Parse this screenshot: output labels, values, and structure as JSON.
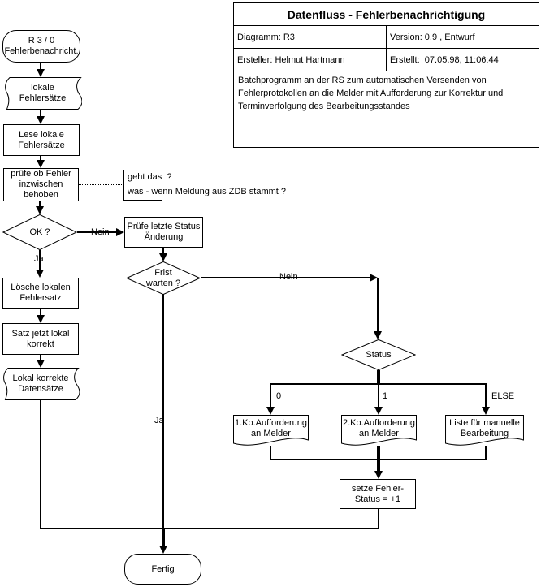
{
  "colors": {
    "background": "#ffffff",
    "line": "#000000",
    "text": "#000000"
  },
  "title_block": {
    "title": "Datenfluss - Fehlerbenachrichtigung",
    "diagram_label": "Diagramm: R3",
    "version_label": "Version: 0.9 , Entwurf",
    "creator_label": "Ersteller: Helmut Hartmann",
    "created_label": "Erstellt:  07.05.98, 11:06:44",
    "description": "Batchprogramm an der RS zum automatischen Versenden von Fehlerprotokollen an die Melder mit Aufforderung zur Korrektur und Terminverfolgung des Bearbeitungsstandes"
  },
  "nodes": {
    "start": "R 3 / 0\nFehlerbenachricht.",
    "local_error_records": "lokale\nFehlersätze",
    "read_local": "Lese lokale\nFehlersätze",
    "check_fixed": "prüfe ob Fehler\ninzwischen\nbehoben",
    "ok_decision": "OK ?",
    "check_last_status": "Prüfe letzte Status\nÄnderung",
    "delete_local": "Lösche lokalen\nFehlersatz",
    "record_correct": "Satz jetzt lokal\nkorrekt",
    "local_correct_records": "Lokal korrekte\nDatensätze",
    "deadline_decision": "Frist\nwarten ?",
    "status_decision": "Status",
    "first_notice": "1.Ko.Aufforderung\nan Melder",
    "second_notice": "2.Ko.Aufforderung\nan Melder",
    "manual_list": "Liste für manuelle\nBearbeitung",
    "set_status": "setze Fehler-\nStatus = +1",
    "end": "Fertig"
  },
  "annotation": {
    "line1": "geht das  ?",
    "line2": "was - wenn Meldung aus ZDB stammt ?"
  },
  "edge_labels": {
    "ok_no": "Nein",
    "ok_yes": "Ja",
    "deadline_no": "Nein",
    "deadline_yes": "Ja",
    "status_0": "0",
    "status_1": "1",
    "status_else": "ELSE"
  }
}
